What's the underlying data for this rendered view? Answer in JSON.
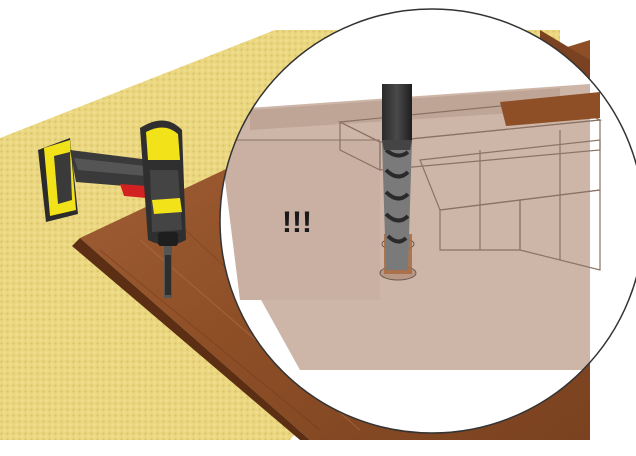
{
  "scene": {
    "callout_text": "!!!",
    "subjects": [
      "cordless-drill",
      "drill-bit",
      "wooden-board",
      "carpet"
    ],
    "colors": {
      "background": "#ffffff",
      "carpet": "#e8d27a",
      "board": "#9c5a2c",
      "drill_body": "#3a3a3a",
      "drill_accent": "#f2e21a",
      "zoom_floor": "#cdb6a8",
      "zoom_outline": "#333333"
    }
  }
}
